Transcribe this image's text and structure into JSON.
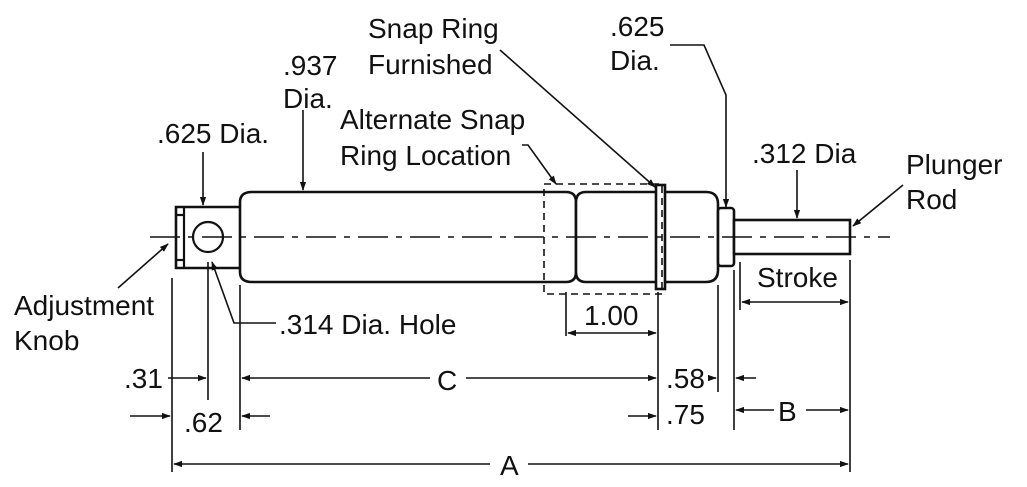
{
  "labels": {
    "snap_ring_furnished_1": "Snap Ring",
    "snap_ring_furnished_2": "Furnished",
    "dia_625_right_1": ".625",
    "dia_625_right_2": "Dia.",
    "dia_937_1": ".937",
    "dia_937_2": "Dia.",
    "dia_625_left": ".625 Dia.",
    "alt_snap_1": "Alternate Snap",
    "alt_snap_2": "Ring Location",
    "dia_312": ".312 Dia",
    "plunger_1": "Plunger",
    "plunger_2": "Rod",
    "stroke": "Stroke",
    "adjust_1": "Adjustment",
    "adjust_2": "Knob",
    "hole_314": ".314 Dia. Hole",
    "dim_100": "1.00",
    "dim_31": ".31",
    "dim_C": "C",
    "dim_58": ".58",
    "dim_62": ".62",
    "dim_75": ".75",
    "dim_B": "B",
    "dim_A": "A"
  }
}
